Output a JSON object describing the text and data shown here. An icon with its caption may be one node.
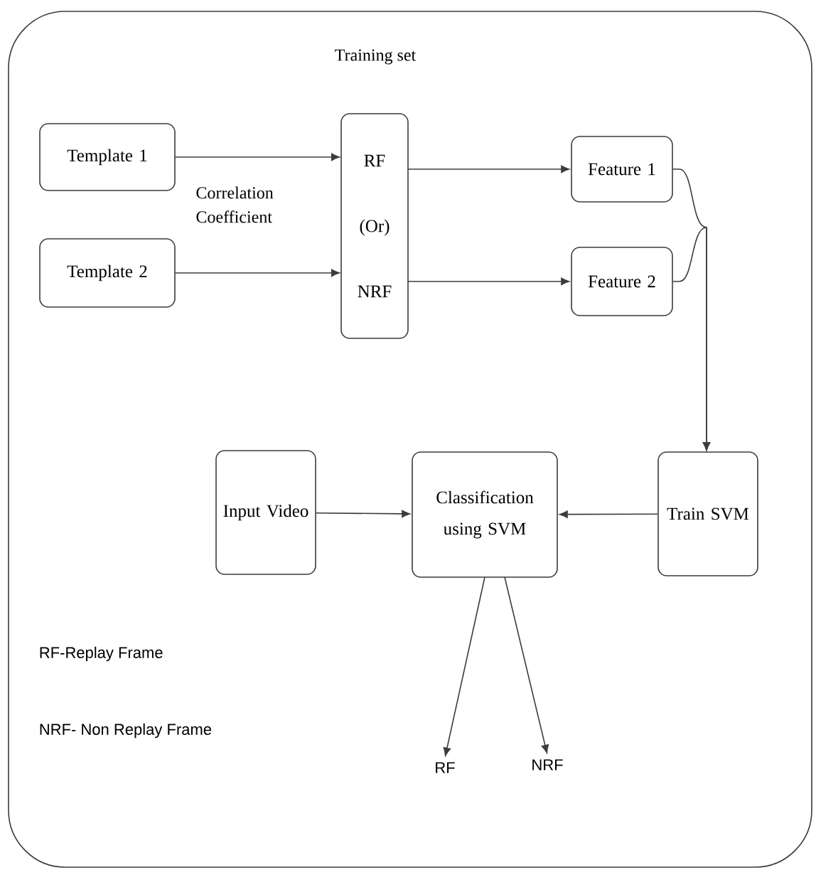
{
  "diagram": {
    "nodes": [
      {
        "text": [
          "Training set"
        ]
      },
      {
        "text": [
          "Template 1"
        ],
        "in": 0
      },
      {
        "text": [
          "Template 2"
        ],
        "in": 0
      },
      {
        "text": [
          "RF (Or) NRF"
        ],
        "in": 0
      },
      {
        "text": [
          "Feature 1"
        ],
        "in": 0
      },
      {
        "text": [
          "Feature 2"
        ],
        "in": 0
      },
      {
        "text": [
          "Train SVM"
        ],
        "in": 0
      },
      {
        "text": [
          "Input Video"
        ],
        "in": 0
      },
      {
        "text": [
          "Classification using SVM"
        ],
        "in": 0
      },
      {
        "text": [
          "RF"
        ],
        "in": 0
      },
      {
        "text": [
          "NRF"
        ],
        "in": 0
      }
    ],
    "edges": [
      {
        "from": 1,
        "to": 3,
        "arrow": "to"
      },
      {
        "from": 2,
        "to": 3,
        "arrow": "to"
      },
      {
        "from": 3,
        "to": 4,
        "arrow": "to"
      },
      {
        "from": 3,
        "to": 5,
        "arrow": "to"
      },
      {
        "from": 4,
        "to": 6,
        "arrow": "to"
      },
      {
        "from": 5,
        "to": 6,
        "arrow": "to"
      },
      {
        "from": 6,
        "to": 8,
        "arrow": "to"
      },
      {
        "from": 7,
        "to": 8,
        "arrow": "to"
      },
      {
        "from": 8,
        "to": 9,
        "arrow": "to"
      },
      {
        "from": 8,
        "to": 10,
        "arrow": "to"
      }
    ],
    "labels": [
      "Correlation Coefficient",
      "RF-Replay Frame",
      "NRF- Non Replay Frame"
    ]
  }
}
